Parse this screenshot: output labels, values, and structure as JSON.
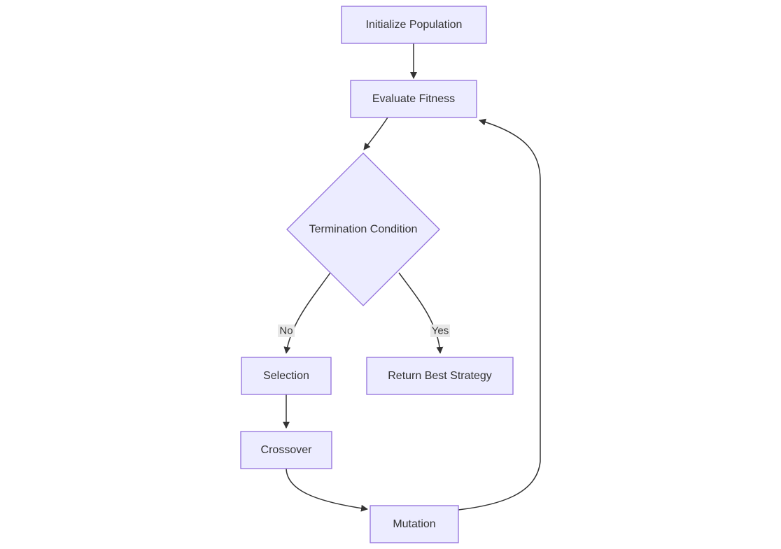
{
  "diagram": {
    "type": "flowchart",
    "nodes": {
      "initialize": {
        "label": "Initialize Population",
        "shape": "rect"
      },
      "evaluate": {
        "label": "Evaluate Fitness",
        "shape": "rect"
      },
      "termination": {
        "label": "Termination Condition",
        "shape": "diamond"
      },
      "selection": {
        "label": "Selection",
        "shape": "rect"
      },
      "return_best": {
        "label": "Return Best Strategy",
        "shape": "rect"
      },
      "crossover": {
        "label": "Crossover",
        "shape": "rect"
      },
      "mutation": {
        "label": "Mutation",
        "shape": "rect"
      }
    },
    "edge_labels": {
      "no": "No",
      "yes": "Yes"
    },
    "edges": [
      {
        "from": "Initialize Population",
        "to": "Evaluate Fitness",
        "label": ""
      },
      {
        "from": "Evaluate Fitness",
        "to": "Termination Condition",
        "label": ""
      },
      {
        "from": "Termination Condition",
        "to": "Selection",
        "label": "No"
      },
      {
        "from": "Termination Condition",
        "to": "Return Best Strategy",
        "label": "Yes"
      },
      {
        "from": "Selection",
        "to": "Crossover",
        "label": ""
      },
      {
        "from": "Crossover",
        "to": "Mutation",
        "label": ""
      },
      {
        "from": "Mutation",
        "to": "Evaluate Fitness",
        "label": ""
      }
    ],
    "colors": {
      "background": "#ffffff",
      "node_fill": "#ECECFF",
      "node_border": "#9370DB",
      "edge_stroke": "#333333",
      "text": "#333333",
      "edge_label_bg": "#e8e8e8"
    }
  }
}
